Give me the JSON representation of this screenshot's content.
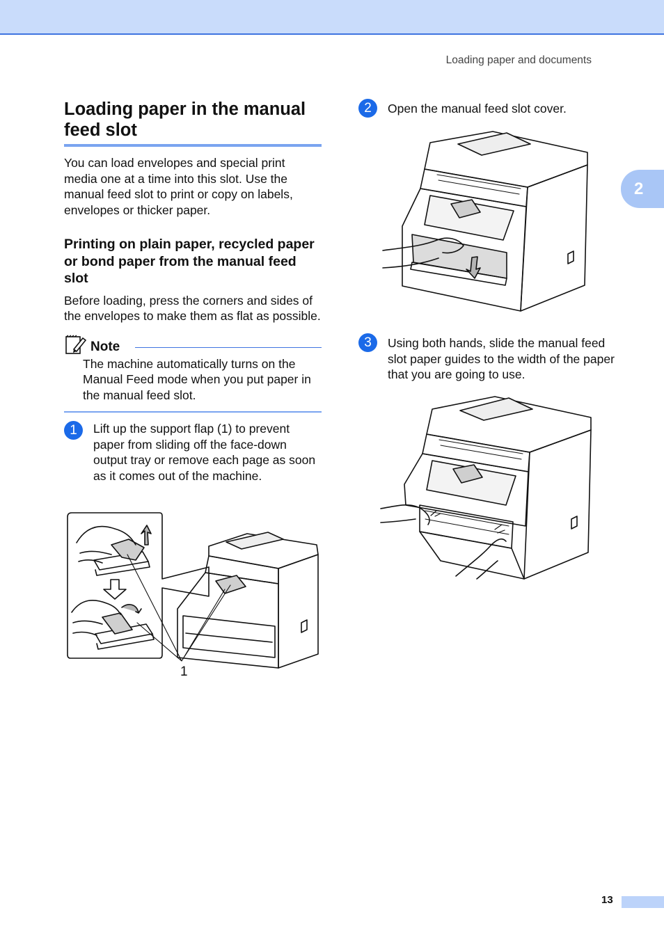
{
  "running_head": "Loading paper and documents",
  "chapter_tab": "2",
  "section": {
    "title": "Loading paper in the manual feed slot",
    "intro": "You can load envelopes and special print media one at a time into this slot. Use the manual feed slot to print or copy on labels, envelopes or thicker paper."
  },
  "subsection": {
    "title": "Printing on plain paper, recycled paper or bond paper from the manual feed slot",
    "body": "Before loading, press the corners and sides of the envelopes to make them as flat as possible."
  },
  "note": {
    "title": "Note",
    "body": "The machine automatically turns on the Manual Feed mode when you put paper in the manual feed slot."
  },
  "steps": [
    {
      "number": "1",
      "text": "Lift up the support flap (1) to prevent paper from sliding off the face-down output tray or remove each page as soon as it comes out of the machine."
    },
    {
      "number": "2",
      "text": "Open the manual feed slot cover."
    },
    {
      "number": "3",
      "text": "Using both hands, slide the manual feed slot paper guides to the width of the paper that you are going to use."
    }
  ],
  "figure1": {
    "callout": "1"
  },
  "page_number": "13",
  "icons": [
    "note-pencil-icon",
    "printer-illustration",
    "hand-illustration",
    "arrow-down-icon",
    "arrow-up-icon",
    "curved-arrow-icon"
  ],
  "colors": {
    "accent": "#1b6ae8",
    "band": "#c9dcfb",
    "rule": "#7aa4f0"
  }
}
